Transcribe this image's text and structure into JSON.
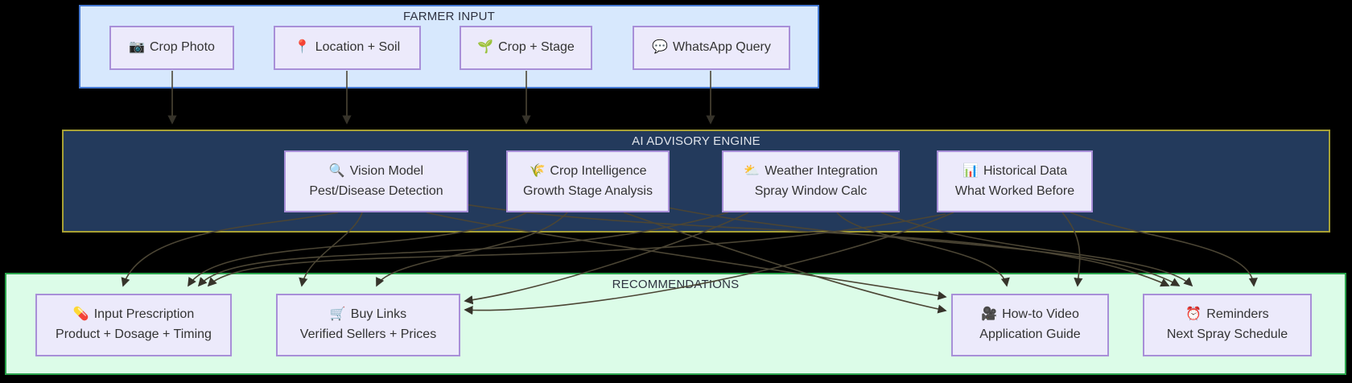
{
  "groups": {
    "farmer_input": {
      "title": "FARMER INPUT"
    },
    "ai_engine": {
      "title": "AI ADVISORY ENGINE"
    },
    "recommendations": {
      "title": "RECOMMENDATIONS"
    }
  },
  "nodes": {
    "crop_photo": {
      "icon": "📷",
      "label": "Crop Photo"
    },
    "location_soil": {
      "icon": "📍",
      "label": "Location + Soil"
    },
    "crop_stage": {
      "icon": "🌱",
      "label": "Crop + Stage"
    },
    "whatsapp_query": {
      "icon": "💬",
      "label": "WhatsApp Query"
    },
    "vision_model": {
      "icon": "🔍",
      "label": "Vision Model",
      "sublabel": "Pest/Disease Detection"
    },
    "crop_intelligence": {
      "icon": "🌾",
      "label": "Crop Intelligence",
      "sublabel": "Growth Stage Analysis"
    },
    "weather_integration": {
      "icon": "⛅",
      "label": "Weather Integration",
      "sublabel": "Spray Window Calc"
    },
    "historical_data": {
      "icon": "📊",
      "label": "Historical Data",
      "sublabel": "What Worked Before"
    },
    "input_prescription": {
      "icon": "💊",
      "label": "Input Prescription",
      "sublabel": "Product + Dosage + Timing"
    },
    "buy_links": {
      "icon": "🛒",
      "label": "Buy Links",
      "sublabel": "Verified Sellers + Prices"
    },
    "howto_video": {
      "icon": "🎥",
      "label": "How-to Video",
      "sublabel": "Application Guide"
    },
    "reminders": {
      "icon": "⏰",
      "label": "Reminders",
      "sublabel": "Next Spray Schedule"
    }
  },
  "edges": [
    {
      "from": "crop_photo",
      "to": "ai_engine"
    },
    {
      "from": "location_soil",
      "to": "ai_engine"
    },
    {
      "from": "crop_stage",
      "to": "ai_engine"
    },
    {
      "from": "whatsapp_query",
      "to": "ai_engine"
    },
    {
      "from": "vision_model",
      "to": "input_prescription"
    },
    {
      "from": "vision_model",
      "to": "buy_links"
    },
    {
      "from": "vision_model",
      "to": "howto_video"
    },
    {
      "from": "vision_model",
      "to": "reminders"
    },
    {
      "from": "crop_intelligence",
      "to": "input_prescription"
    },
    {
      "from": "crop_intelligence",
      "to": "buy_links"
    },
    {
      "from": "crop_intelligence",
      "to": "howto_video"
    },
    {
      "from": "crop_intelligence",
      "to": "reminders"
    },
    {
      "from": "weather_integration",
      "to": "input_prescription"
    },
    {
      "from": "weather_integration",
      "to": "buy_links"
    },
    {
      "from": "weather_integration",
      "to": "howto_video"
    },
    {
      "from": "weather_integration",
      "to": "reminders"
    },
    {
      "from": "historical_data",
      "to": "input_prescription"
    },
    {
      "from": "historical_data",
      "to": "buy_links"
    },
    {
      "from": "historical_data",
      "to": "howto_video"
    },
    {
      "from": "historical_data",
      "to": "reminders"
    }
  ],
  "colors": {
    "background": "#000000",
    "farmer_fill": "#d7e8fd",
    "farmer_border": "#4579d2",
    "engine_fill": "#233a5c",
    "engine_border": "#a8a134",
    "recs_fill": "#dcfce8",
    "recs_border": "#2aa34c",
    "node_fill": "#eceafb",
    "node_border": "#a88fd8",
    "edge_color": "#4b4534",
    "arrowhead_color": "#36332a",
    "title_dark": "#2e3240",
    "title_light": "#dfe3ea",
    "node_text": "#333333"
  }
}
